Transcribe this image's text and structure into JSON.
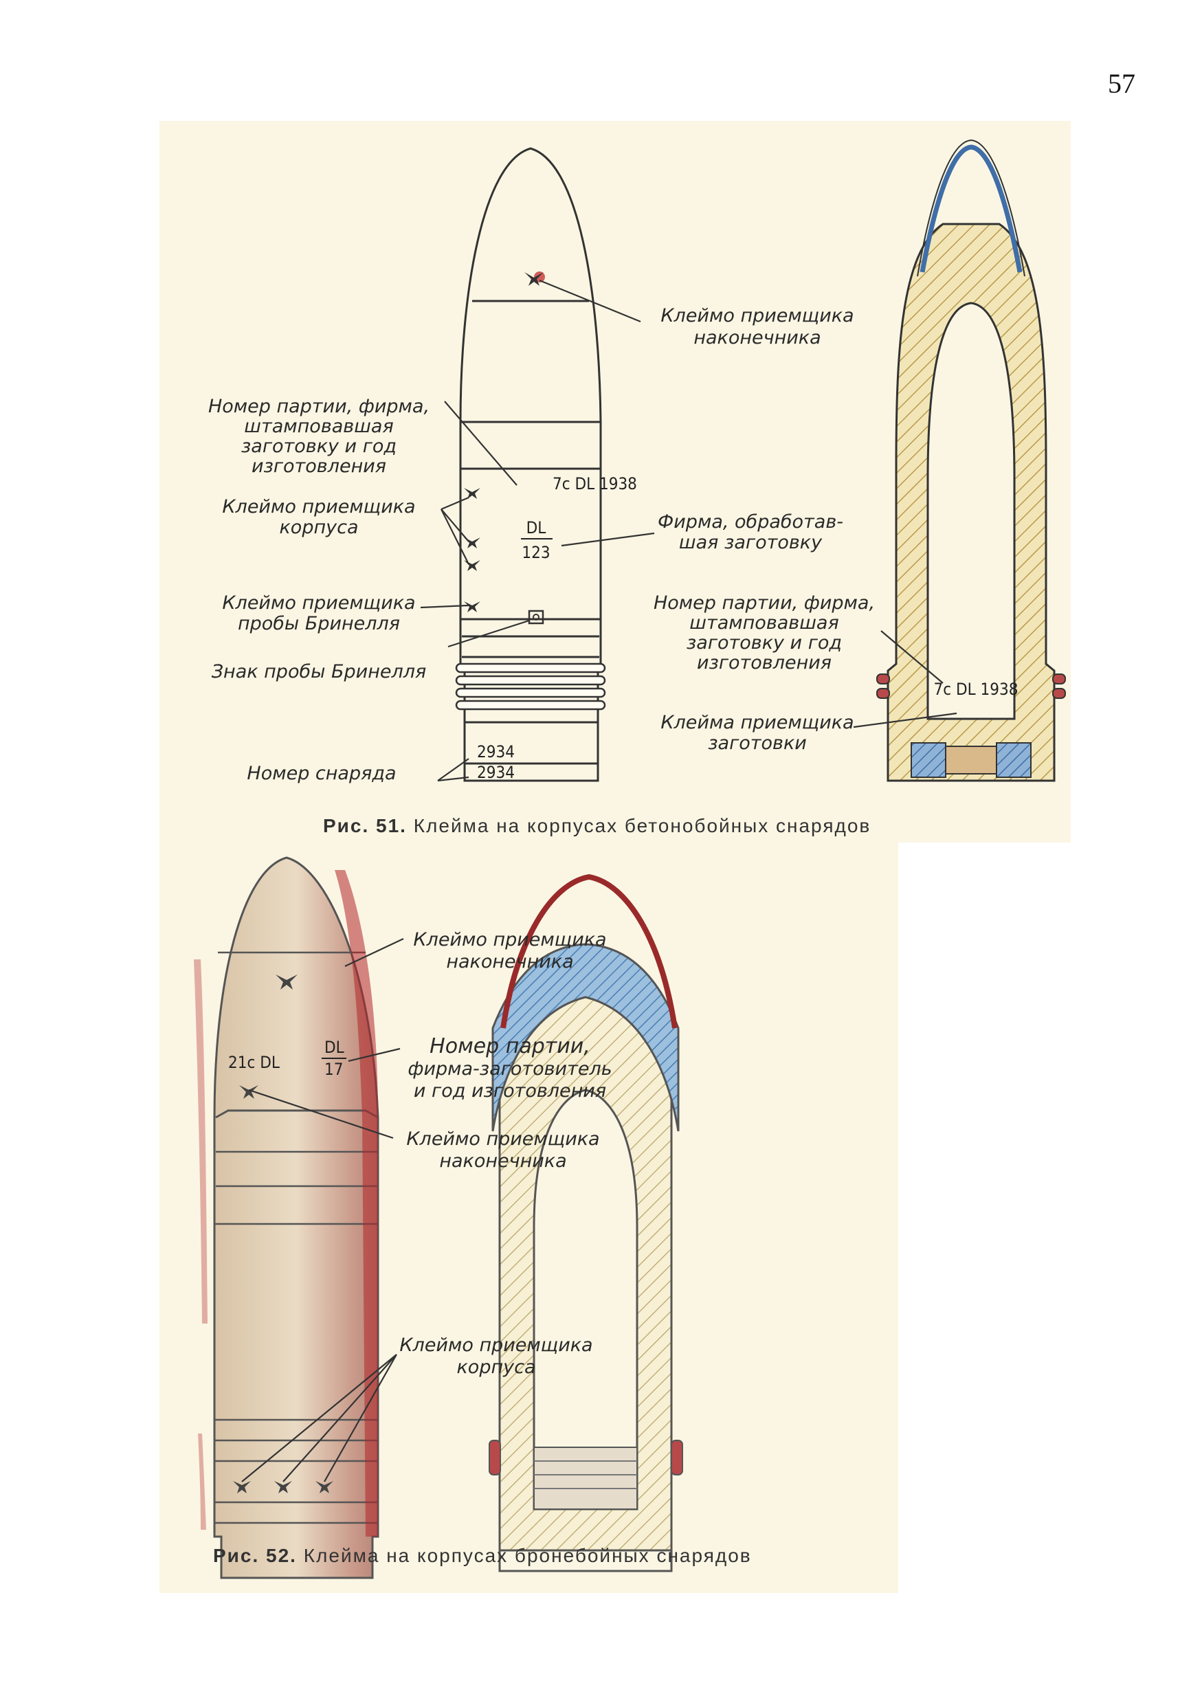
{
  "page": {
    "number": "57"
  },
  "figure51": {
    "caption_num": "Рис. 51.",
    "caption_text": "Клейма на корпусах бетонобойных снарядов",
    "labels": {
      "tip_stamp": [
        "Клеймо приемщика",
        "наконечника"
      ],
      "batch_firm": [
        "Номер партии, фирма,",
        "штамповавшая",
        "заготовку и год",
        "изготовления"
      ],
      "body_stamp": [
        "Клеймо приемщика",
        "корпуса"
      ],
      "firm_processed": [
        "Фирма, обработав-",
        "шая заготовку"
      ],
      "brinell_stamp": [
        "Клеймо приемщика",
        "пробы Бринелля"
      ],
      "brinell_mark": "Знак пробы Бринелля",
      "shell_number": "Номер снаряда",
      "batch_firm_section": [
        "Номер партии, фирма,",
        "штамповавшая",
        "заготовку и год",
        "изготовления"
      ],
      "blank_stamp": [
        "Клейма приемщика",
        "заготовки"
      ]
    },
    "stamps": {
      "batch_code": "7c DL 1938",
      "firm_top": "DL",
      "firm_bottom": "123",
      "shell_no_1": "2934",
      "shell_no_2": "2934",
      "section_code": "7c DL 1938"
    }
  },
  "figure52": {
    "caption_num": "Рис. 52.",
    "caption_text": "Клейма на корпусах бронебойных снарядов",
    "labels": {
      "tip_stamp": [
        "Клеймо приемщика",
        "наконечника"
      ],
      "batch_firm": [
        "Номер партии,",
        "фирма-заготовитель",
        "и год изготовления"
      ],
      "tip_stamp_2": [
        "Клеймо приемщика",
        "наконечника"
      ],
      "body_stamp": [
        "Клеймо приемщика",
        "корпуса"
      ]
    },
    "stamps": {
      "batch_code": "21c DL",
      "firm_top": "DL",
      "firm_bottom": "17"
    }
  },
  "colors": {
    "paper": "#fbf6e4",
    "hatch_yellow": "#e9d9a0",
    "cap_blue": "#3f6ea8",
    "cap_red": "#9a2a2a",
    "stain_red": "#b3262a"
  }
}
